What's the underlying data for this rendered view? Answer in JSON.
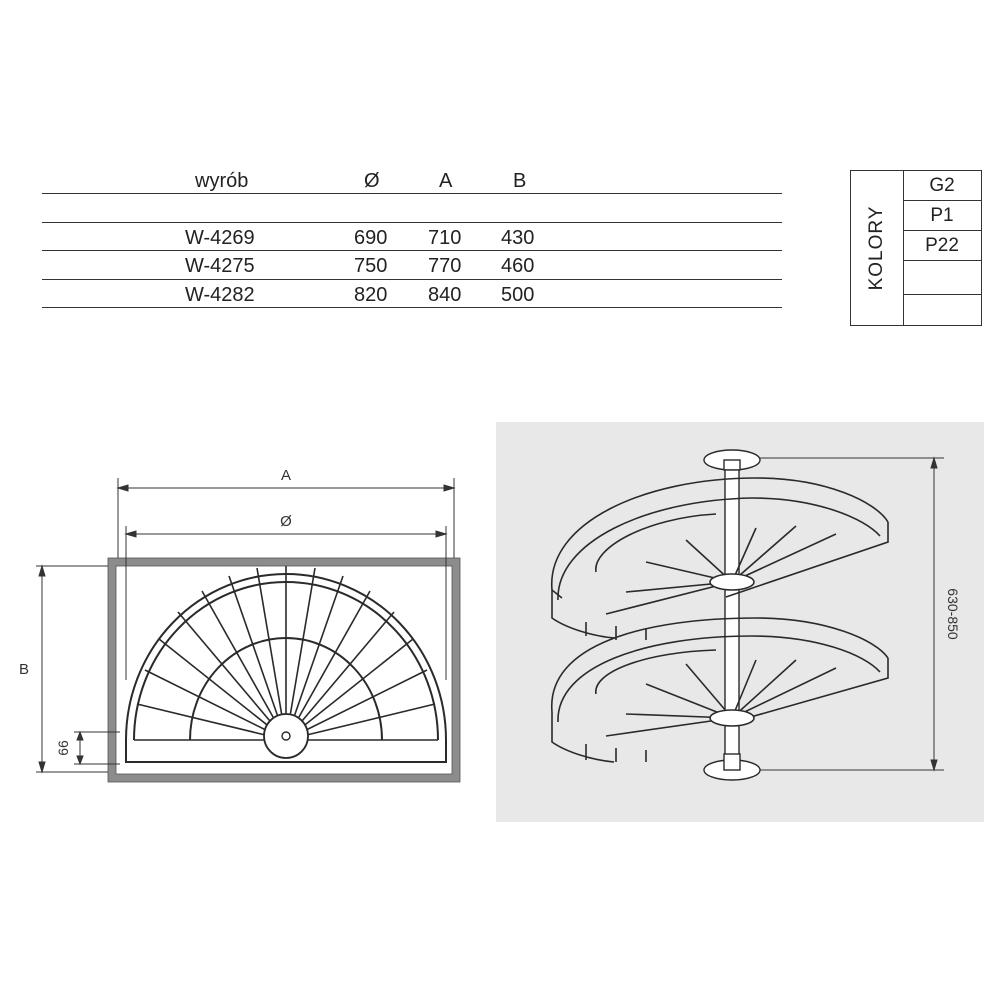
{
  "spec_table": {
    "headers": {
      "product": "wyrób",
      "diameter": "Ø",
      "a": "A",
      "b": "B"
    },
    "rows": [
      {
        "product": "W-4269",
        "diameter": "690",
        "a": "710",
        "b": "430"
      },
      {
        "product": "W-4275",
        "diameter": "750",
        "a": "770",
        "b": "460"
      },
      {
        "product": "W-4282",
        "diameter": "820",
        "a": "840",
        "b": "500"
      }
    ]
  },
  "colors_table": {
    "label": "KOLORY",
    "options": [
      "G2",
      "P1",
      "P22",
      "",
      ""
    ]
  },
  "top_view": {
    "label_a": "A",
    "label_diameter": "Ø",
    "label_b": "B",
    "label_offset": "66"
  },
  "side_view": {
    "height_label": "630-850"
  },
  "palette": {
    "line": "#333333",
    "frame": "#8c8c8c",
    "panel_bg": "#e8e8e8",
    "wire": "#2a2a2a"
  }
}
